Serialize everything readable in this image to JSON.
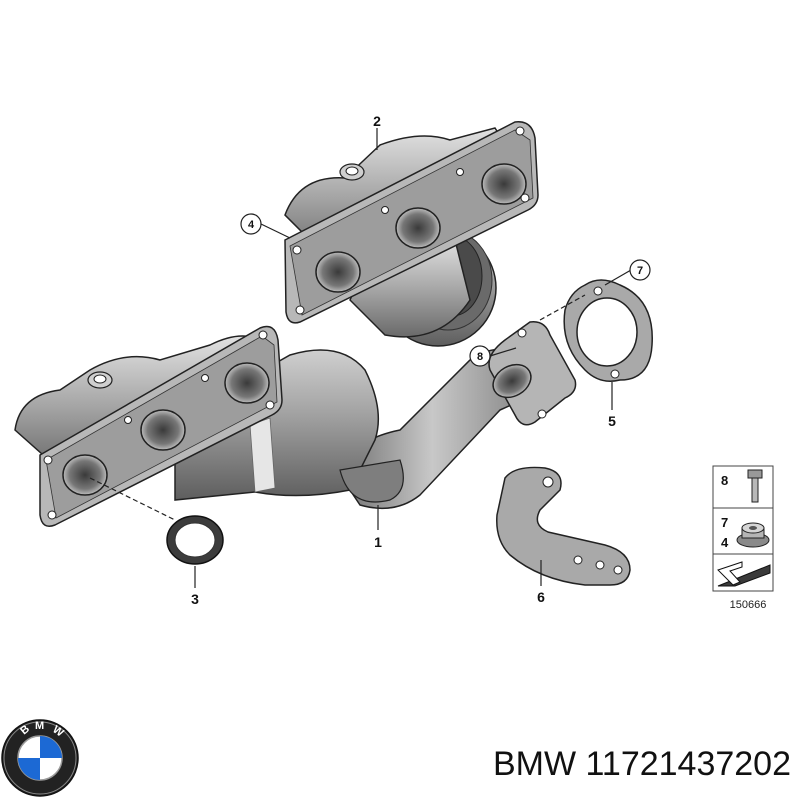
{
  "callouts": {
    "c1": "1",
    "c2": "2",
    "c3": "3",
    "c4": "4",
    "c5": "5",
    "c6": "6",
    "c7": "7",
    "c8": "8"
  },
  "legend": {
    "bolt": "8",
    "nut_top": "7",
    "nut_bottom": "4"
  },
  "reference_number": "150666",
  "logo": {
    "letters": [
      "B",
      "M",
      "W"
    ]
  },
  "part_caption": "BMW 11721437202",
  "colors": {
    "metal_light": "#d0d0d0",
    "metal_mid": "#9a9a9a",
    "metal_dark": "#555555",
    "bmw_blue": "#1c69d4",
    "outline": "#222222"
  }
}
